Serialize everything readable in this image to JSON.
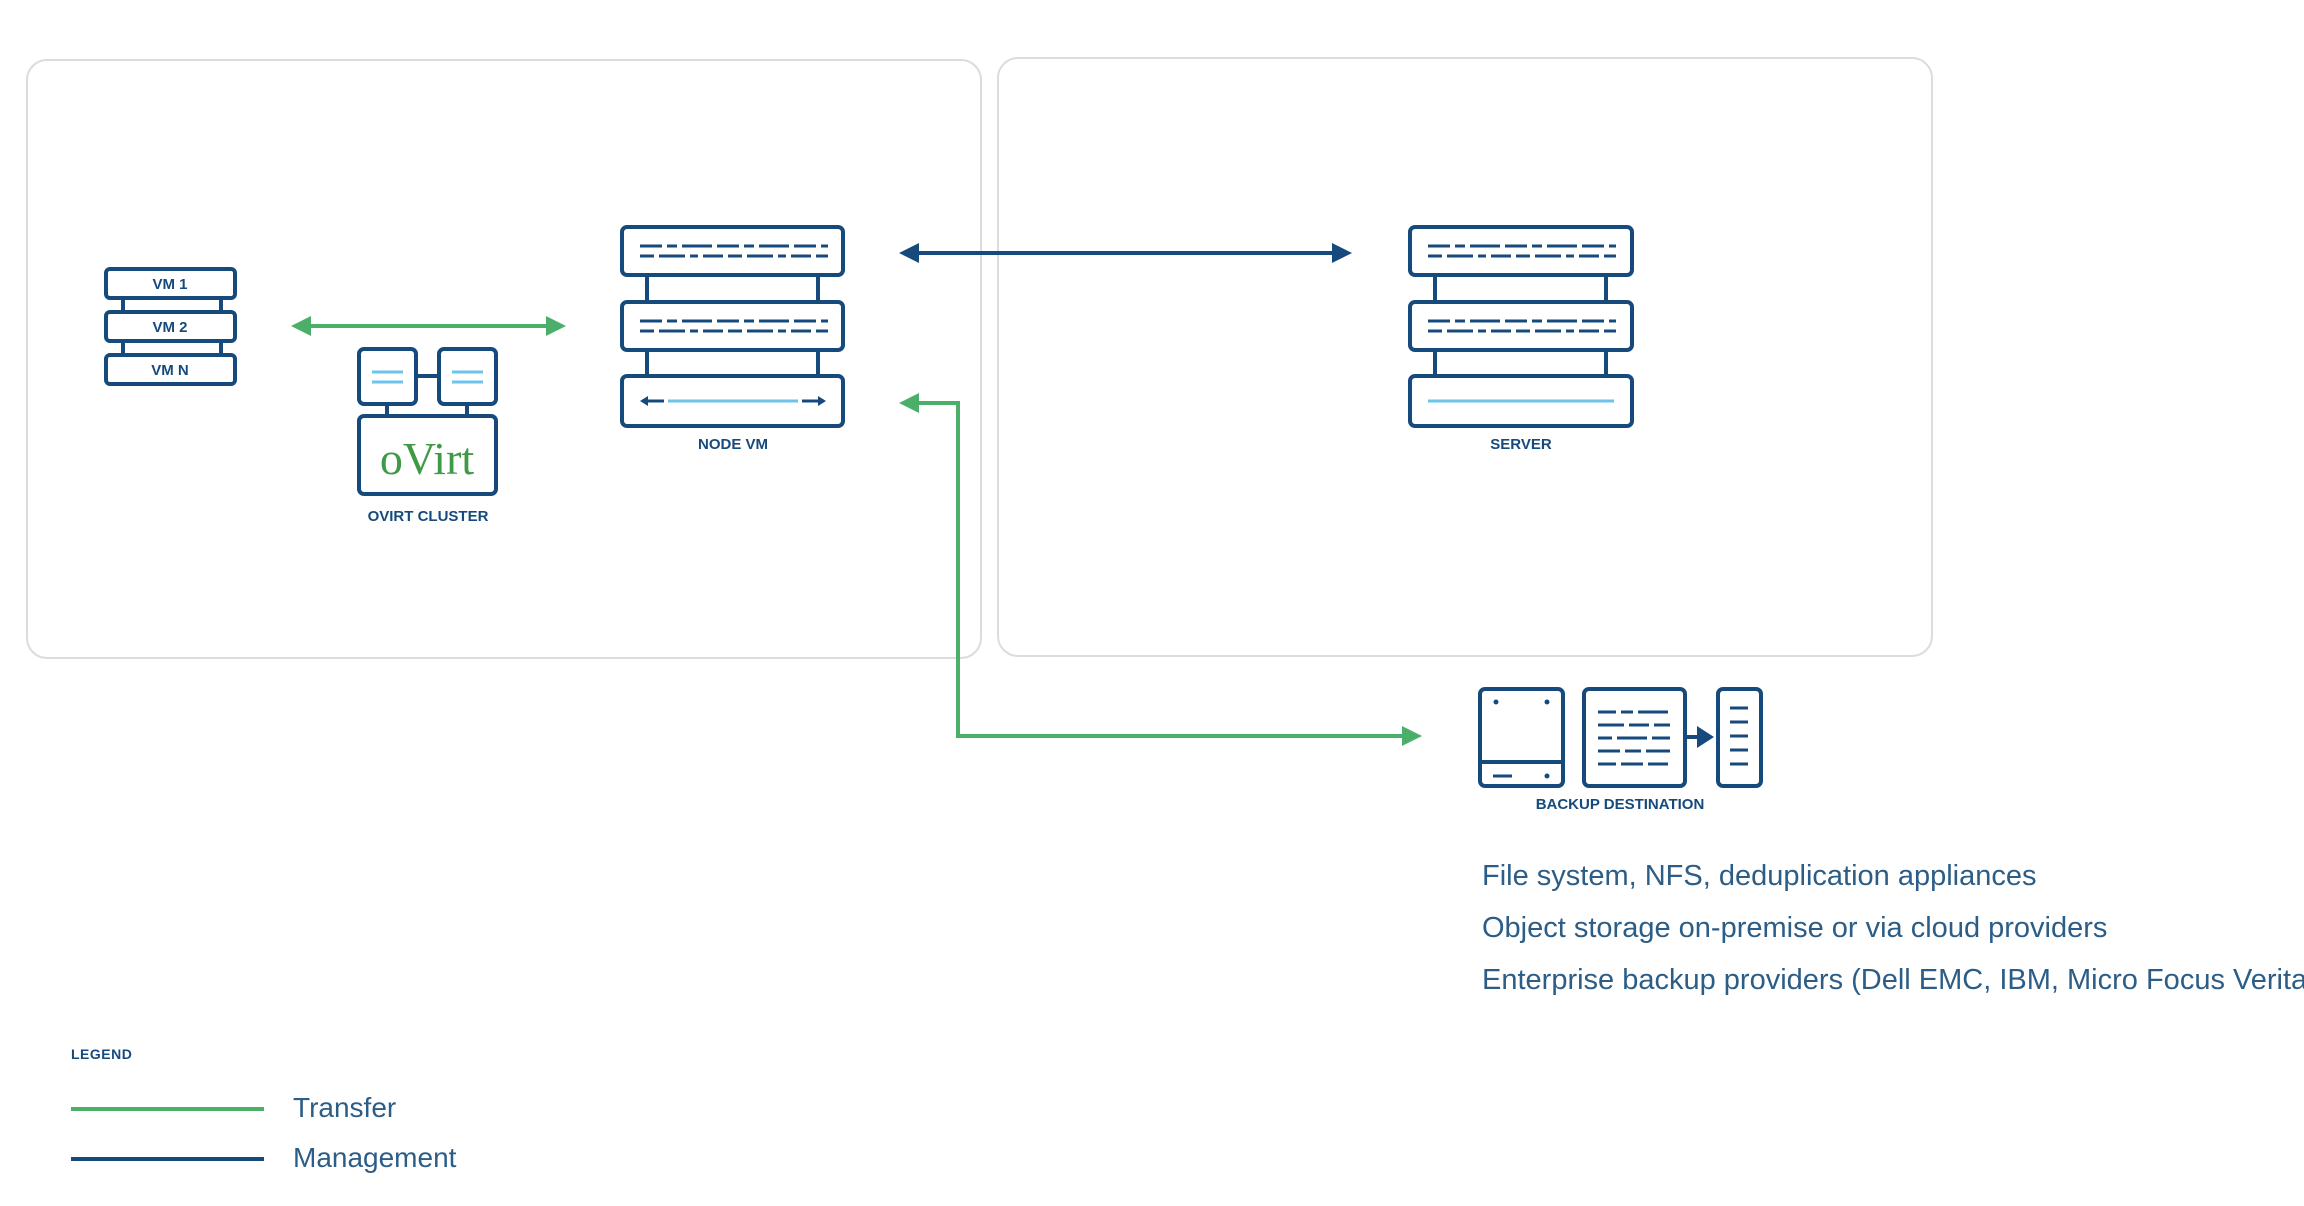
{
  "colors": {
    "management": "#174a7c",
    "transfer": "#4caf69",
    "light_blue": "#6ec3ea",
    "panel_border": "#dcdcdc",
    "ovirt_green": "#3f9a46"
  },
  "nodes": {
    "vm_stack": {
      "items": [
        "VM 1",
        "VM 2",
        "VM N"
      ]
    },
    "ovirt_cluster": {
      "logo_text": "oVirt",
      "label": "OVIRT CLUSTER"
    },
    "node_vm": {
      "label": "NODE VM"
    },
    "server": {
      "label": "SERVER"
    },
    "backup_destination": {
      "label": "BACKUP DESTINATION"
    }
  },
  "connections": [
    {
      "from": "vm_stack",
      "to": "node_vm",
      "type": "transfer",
      "direction": "both"
    },
    {
      "from": "node_vm",
      "to": "server",
      "type": "management",
      "direction": "both"
    },
    {
      "from": "node_vm",
      "to": "backup_destination",
      "type": "transfer",
      "direction": "both"
    }
  ],
  "backup_destination_notes": [
    "File system, NFS, deduplication appliances",
    "Object storage on-premise or via cloud providers",
    "Enterprise backup providers (Dell EMC, IBM, Micro Focus Veritas)"
  ],
  "legend": {
    "title": "LEGEND",
    "items": [
      {
        "label": "Transfer",
        "color": "#4caf69"
      },
      {
        "label": "Management",
        "color": "#174a7c"
      }
    ]
  }
}
